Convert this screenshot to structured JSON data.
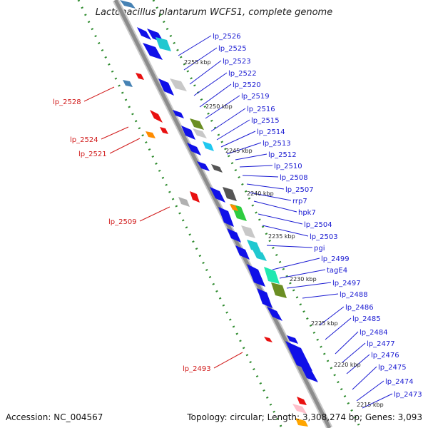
{
  "header": {
    "title": "Lactobacillus plantarum WCFS1, complete genome"
  },
  "footer": {
    "accession": "Accession: NC_004567",
    "summary": "Topology: circular; Length: 3,308,274 bp; Genes: 3,093"
  },
  "ticks": [
    "2255 kbp",
    "2250 kbp",
    "2245 kbp",
    "2240 kbp",
    "2235 kbp",
    "2230 kbp",
    "2225 kbp",
    "2220 kbp",
    "2215 kbp"
  ],
  "right_labels": [
    "lp_2526",
    "lp_2525",
    "lp_2523",
    "lp_2522",
    "lp_2520",
    "lp_2519",
    "lp_2516",
    "lp_2515",
    "lp_2514",
    "lp_2513",
    "lp_2512",
    "lp_2510",
    "lp_2508",
    "lp_2507",
    "rrp7",
    "hpk7",
    "lp_2504",
    "lp_2503",
    "pgi",
    "lp_2499",
    "tagE4",
    "lp_2497",
    "lp_2488",
    "lp_2486",
    "lp_2485",
    "lp_2484",
    "lp_2477",
    "lp_2476",
    "lp_2475",
    "lp_2474",
    "lp_2473"
  ],
  "left_labels": [
    "lp_2528",
    "lp_2524",
    "lp_2521",
    "lp_2509",
    "lp_2493"
  ],
  "colors": {
    "backbone": "#8c8c8c",
    "cds": "#1010e8",
    "cds_red": "#e81010",
    "label_blue": "#1a1ad2",
    "label_red": "#d11a1a",
    "dotted_track": "#2e8b2e"
  }
}
